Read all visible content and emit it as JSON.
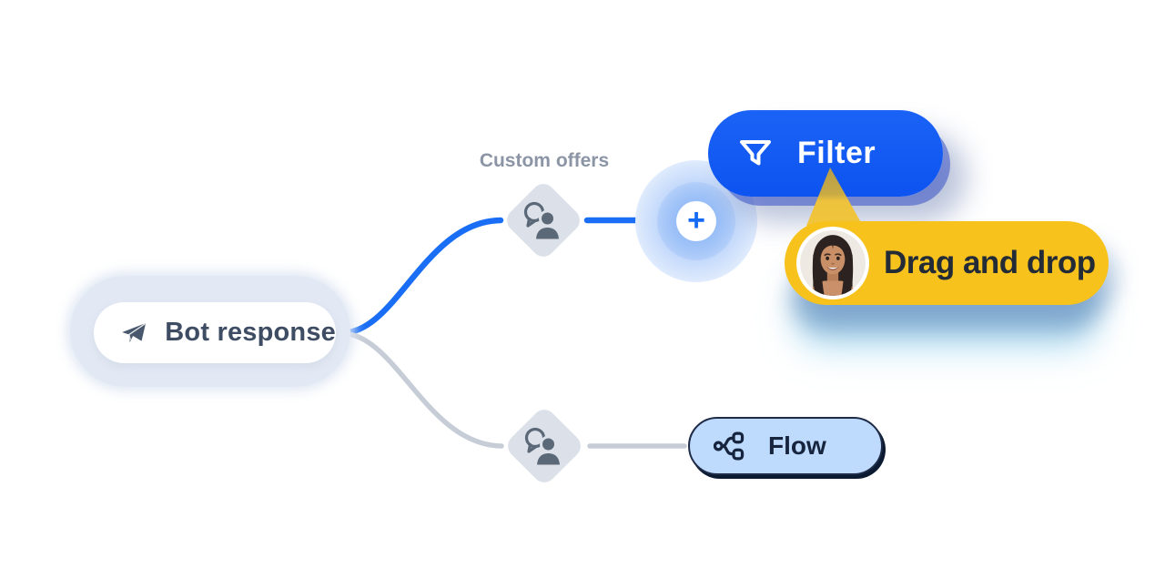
{
  "scene": {
    "bot_node": {
      "label": "Bot response"
    },
    "branch_top": {
      "label": "Custom offers"
    },
    "add_button": {
      "symbol": "+"
    },
    "filter_block": {
      "label": "Filter"
    },
    "drag_hint": {
      "label": "Drag and drop"
    },
    "flow_block": {
      "label": "Flow"
    }
  },
  "colors": {
    "action_blue": "#0f57f2",
    "connector_blue": "#1a6ef5",
    "connector_gray": "#c7cdd7",
    "node_gray": "#dce1e9",
    "icon_slate": "#5b6878",
    "highlight_yellow": "#f8c21d",
    "flow_fill": "#bedafd",
    "flow_ink": "#17243e",
    "title_ink": "#3e4d63",
    "muted_label": "#8b95a5"
  }
}
